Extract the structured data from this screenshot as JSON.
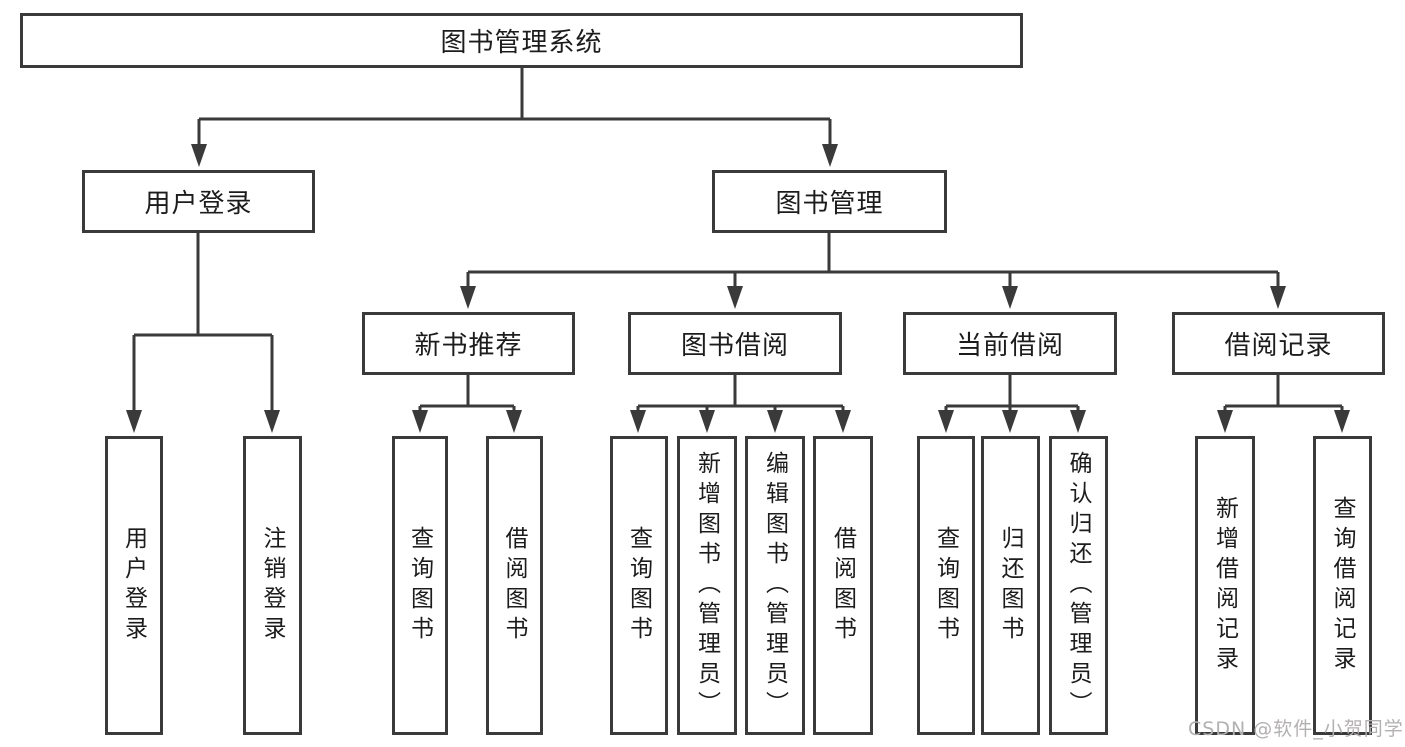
{
  "colors": {
    "line": "#3a3a3a",
    "text": "#1c1c1c",
    "box_bg": "#ffffff",
    "page_bg": "#ffffff",
    "watermark": "#b3b0b0"
  },
  "watermark": "CSDN @软件_小贺同学",
  "tree": {
    "label": "图书管理系统",
    "children": [
      {
        "label": "用户登录",
        "children": [
          {
            "label": "用户登录"
          },
          {
            "label": "注销登录"
          }
        ]
      },
      {
        "label": "图书管理",
        "children": [
          {
            "label": "新书推荐",
            "children": [
              {
                "label": "查询图书"
              },
              {
                "label": "借阅图书"
              }
            ]
          },
          {
            "label": "图书借阅",
            "children": [
              {
                "label": "查询图书"
              },
              {
                "label": "新增图书（管理员）"
              },
              {
                "label": "编辑图书（管理员）"
              },
              {
                "label": "借阅图书"
              }
            ]
          },
          {
            "label": "当前借阅",
            "children": [
              {
                "label": "查询图书"
              },
              {
                "label": "归还图书"
              },
              {
                "label": "确认归还（管理员）"
              }
            ]
          },
          {
            "label": "借阅记录",
            "children": [
              {
                "label": "新增借阅记录"
              },
              {
                "label": "查询借阅记录"
              }
            ]
          }
        ]
      }
    ]
  }
}
